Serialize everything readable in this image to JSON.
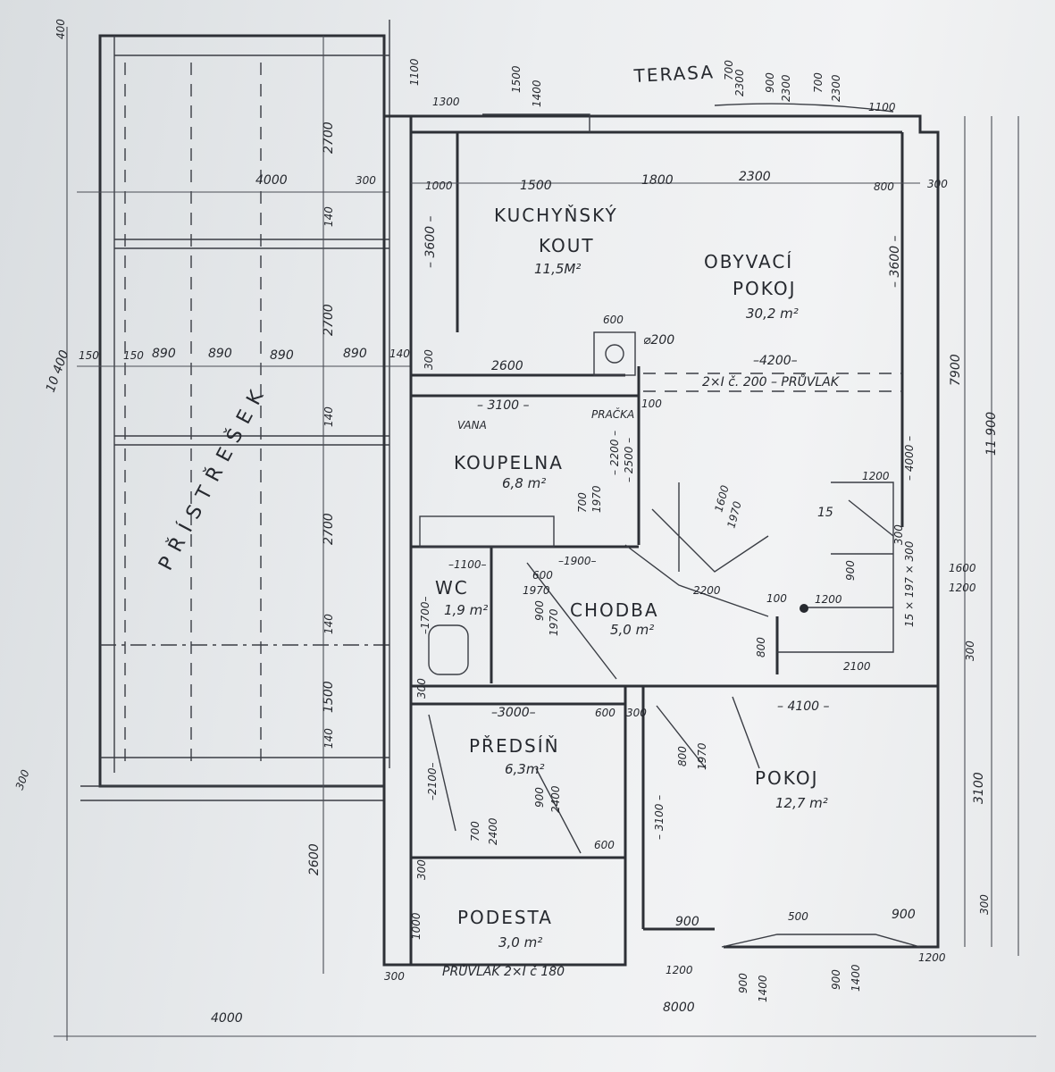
{
  "rooms": {
    "kitchen": {
      "name_1": "KUCHYŇSKÝ",
      "name_2": "KOUT",
      "area": "11,5M²"
    },
    "living": {
      "name_1": "OBYVACÍ",
      "name_2": "POKOJ",
      "area": "30,2 m²"
    },
    "bathroom": {
      "name": "KOUPELNA",
      "area": "6,8 m²",
      "bath": "VANA",
      "washer": "PRAČKA"
    },
    "wc": {
      "name": "WC",
      "area": "1,9 m²"
    },
    "corridor": {
      "name": "CHODBA",
      "area": "5,0 m²"
    },
    "hall": {
      "name": "PŘEDSÍŇ",
      "area": "6,3m²"
    },
    "room": {
      "name": "POKOJ",
      "area": "12,7 m²"
    },
    "landing": {
      "name": "PODESTA",
      "area": "3,0 m²"
    },
    "terrace": {
      "name": "TERASA"
    },
    "annex": {
      "name": "PŘÍSTŘEŠEK"
    }
  },
  "notes": {
    "beam_top": "2×I č. 200 – PRŮVLAK",
    "beam_bottom": "PRŮVLAK 2×I č 180",
    "chimney": "⌀200",
    "stair_count": "15"
  },
  "dims": {
    "d400": "400",
    "d10400": "10 400",
    "d300a": "300",
    "d4000top": "4000",
    "d300b": "300",
    "d1100": "1100",
    "d1300": "1300",
    "d1500t": "1500",
    "d1400t": "1400",
    "d2700a": "2700",
    "d140a": "140",
    "d2700b": "2700",
    "d140b": "140",
    "d2700c": "2700",
    "d140c": "140",
    "d1500s": "1500",
    "d140d": "140",
    "d2600": "2600",
    "d150a": "150",
    "d150b": "150",
    "d890a": "890",
    "d890b": "890",
    "d890c": "890",
    "d890d": "890",
    "d140e": "140",
    "d4000bot": "4000",
    "d1000": "1000",
    "d1500k": "1500",
    "d1800": "1800",
    "d2300": "2300",
    "d800": "800",
    "d300c": "300",
    "d1100r": "1100",
    "d300r": "300",
    "d3600l": "– 3600 –",
    "d3600r": "– 3600 –",
    "d300k": "300",
    "d2600k": "2600",
    "d600c": "600",
    "d4200": "–4200–",
    "d7900": "7900",
    "d11900": "11 900",
    "d3100b": "– 3100 –",
    "d100a": "100",
    "d2200v": "– 2200 –",
    "d2500": "– 2500 –",
    "d700": "700",
    "d1970a": "1970",
    "d1100w": "–1100–",
    "d600w": "600",
    "d1970w": "1970",
    "d1900": "–1900–",
    "d1700": "–1700–",
    "d900c": "900",
    "d1970c": "1970",
    "d1600d": "1600",
    "d1970d": "1970",
    "d2200c": "2200",
    "d100b": "100",
    "d1200s": "1200",
    "d900s": "900",
    "d1200r": "1200",
    "d4000s": "– 4000 –",
    "d300s": "300",
    "d197": "15 × 197 × 300",
    "d1600r": "1600",
    "d1200rr": "1200",
    "d2100": "2100",
    "d800s": "800",
    "d300w": "300",
    "d3000": "–3000–",
    "d600h": "600",
    "d300h": "300",
    "d4100": "– 4100 –",
    "d2100h": "–2100–",
    "d700h": "700",
    "d2400h": "2400",
    "d900h": "900",
    "d2400i": "2400",
    "d600i": "600",
    "d800p": "800",
    "d1970p": "1970",
    "d3100p": "– 3100 –",
    "d300p": "300",
    "d3100r": "3100",
    "d300rr": "300",
    "d300l": "300",
    "d1000l": "1000",
    "d300bot": "300",
    "d900a": "900",
    "d500": "500",
    "d900b": "900",
    "d1200a": "1200",
    "d1200b": "1200",
    "d8000": "8000",
    "d900w1": "900",
    "d1400w1": "1400",
    "d900w2": "900",
    "d1400w2": "1400",
    "d700t": "700",
    "d2300t1": "2300",
    "d900t": "900",
    "d2300t2": "2300",
    "d700t2": "700",
    "d2300t3": "2300"
  }
}
